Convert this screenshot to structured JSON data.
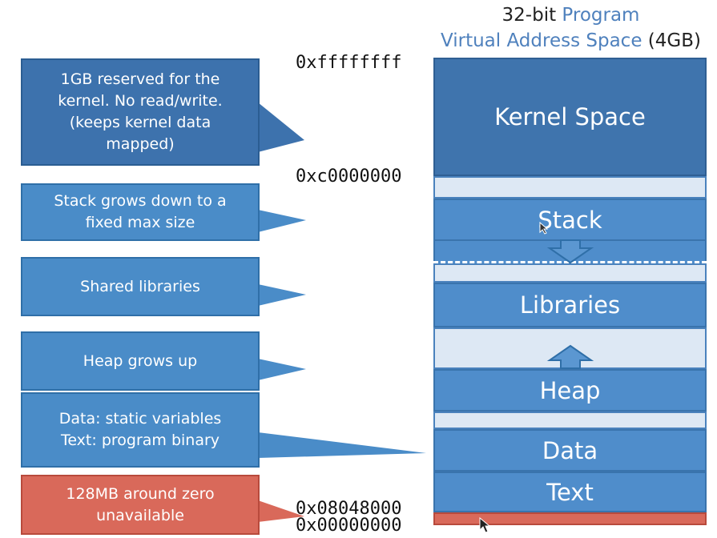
{
  "title": {
    "line1_prefix": "32-bit ",
    "line1_accent": "Program",
    "line2_accent": "Virtual Address Space",
    "line2_suffix": " (4GB)"
  },
  "callouts": {
    "kernel": "1GB reserved for the\nkernel. No read/write.\n(keeps kernel data\nmapped)",
    "stack": "Stack grows down to a\nfixed max size",
    "shared": "Shared libraries",
    "heap": "Heap grows up",
    "datatext": "Data: static variables\nText: program binary",
    "zero": "128MB around zero\nunavailable"
  },
  "addresses": {
    "top": "0xffffffff",
    "kernel_start": "0xc0000000",
    "text_start": "0x08048000",
    "zero": "0x00000000"
  },
  "memory": {
    "kernel": "Kernel Space",
    "stack": "Stack",
    "libraries": "Libraries",
    "heap": "Heap",
    "data": "Data",
    "text": "Text"
  },
  "colors": {
    "accent": "#4f81bd",
    "block": "#4f8dcb",
    "kernel": "#3f74ad",
    "gap": "#dde8f4",
    "red": "#d9695a"
  }
}
